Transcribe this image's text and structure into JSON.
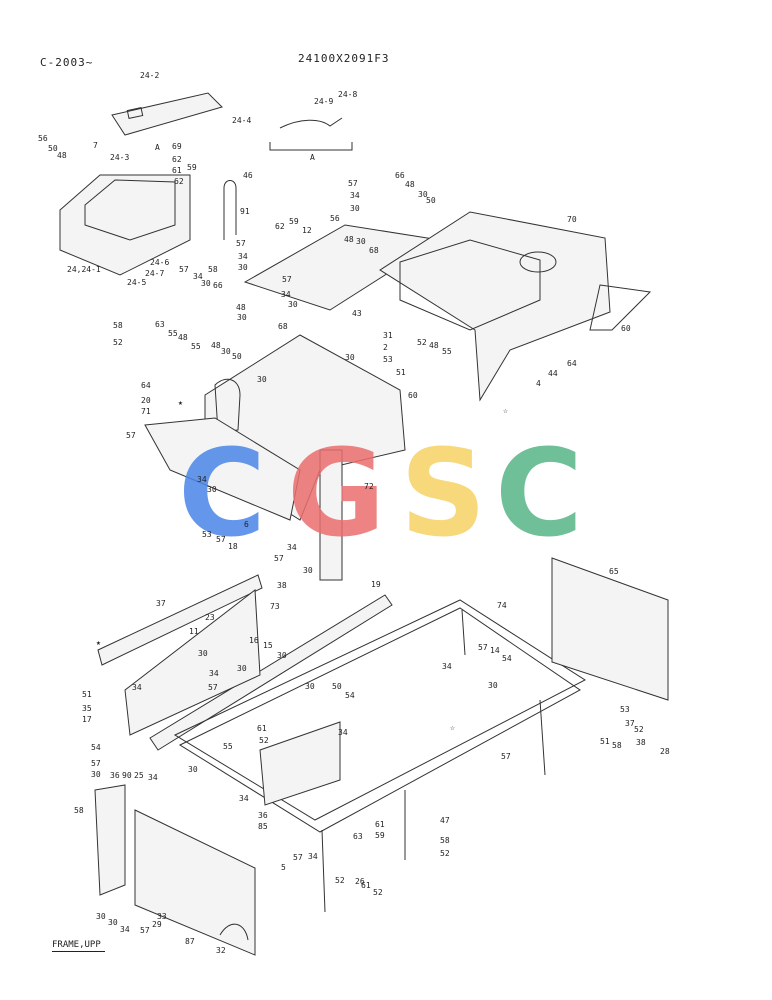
{
  "header": {
    "serial_range": "C-2003~",
    "drawing_number": "24100X2091F3"
  },
  "footer": {
    "assembly_label": "FRAME,UPP"
  },
  "view_label": "A",
  "symbols": {
    "star_filled": "★",
    "star_outline": "☆"
  },
  "part_numbers": [
    "24-2",
    "24-4",
    "24-8",
    "24-9",
    "A",
    "56",
    "50",
    "48",
    "7",
    "24-3",
    "69",
    "62",
    "61",
    "59",
    "62",
    "24,24-1",
    "24-5",
    "24-7",
    "24-6",
    "46",
    "91",
    "62",
    "59",
    "57",
    "34",
    "30",
    "66",
    "48",
    "30",
    "50",
    "70",
    "12",
    "56",
    "48",
    "30",
    "68",
    "57",
    "34",
    "30",
    "58",
    "57",
    "34",
    "30",
    "57",
    "34",
    "30",
    "66",
    "48",
    "30",
    "68",
    "43",
    "31",
    "2",
    "53",
    "51",
    "52",
    "48",
    "55",
    "30",
    "60",
    "64",
    "44",
    "4",
    "58",
    "52",
    "63",
    "55",
    "48",
    "55",
    "48",
    "30",
    "50",
    "30",
    "60",
    "64",
    "20",
    "71",
    "57",
    "34",
    "30",
    "72",
    "6",
    "53",
    "57",
    "18",
    "57",
    "34",
    "30",
    "37",
    "38",
    "19",
    "74",
    "65",
    "73",
    "23",
    "11",
    "16",
    "15",
    "30",
    "30",
    "34",
    "57",
    "14",
    "54",
    "30",
    "34",
    "51",
    "35",
    "17",
    "30",
    "34",
    "57",
    "30",
    "50",
    "54",
    "53",
    "37",
    "38",
    "28",
    "51",
    "52",
    "58",
    "55",
    "61",
    "52",
    "54",
    "57",
    "30",
    "36",
    "90",
    "25",
    "34",
    "30",
    "34",
    "57",
    "36",
    "85",
    "34",
    "47",
    "58",
    "52",
    "63",
    "61",
    "59",
    "52",
    "26",
    "61",
    "52",
    "58",
    "87",
    "5",
    "57",
    "34",
    "30",
    "30",
    "34",
    "57",
    "29",
    "33",
    "32"
  ],
  "watermark": {
    "letters": [
      "C",
      "G",
      "S",
      "C"
    ],
    "colors": [
      "#4a86e8",
      "#ea6e6e",
      "#f6d365",
      "#57b488"
    ]
  }
}
